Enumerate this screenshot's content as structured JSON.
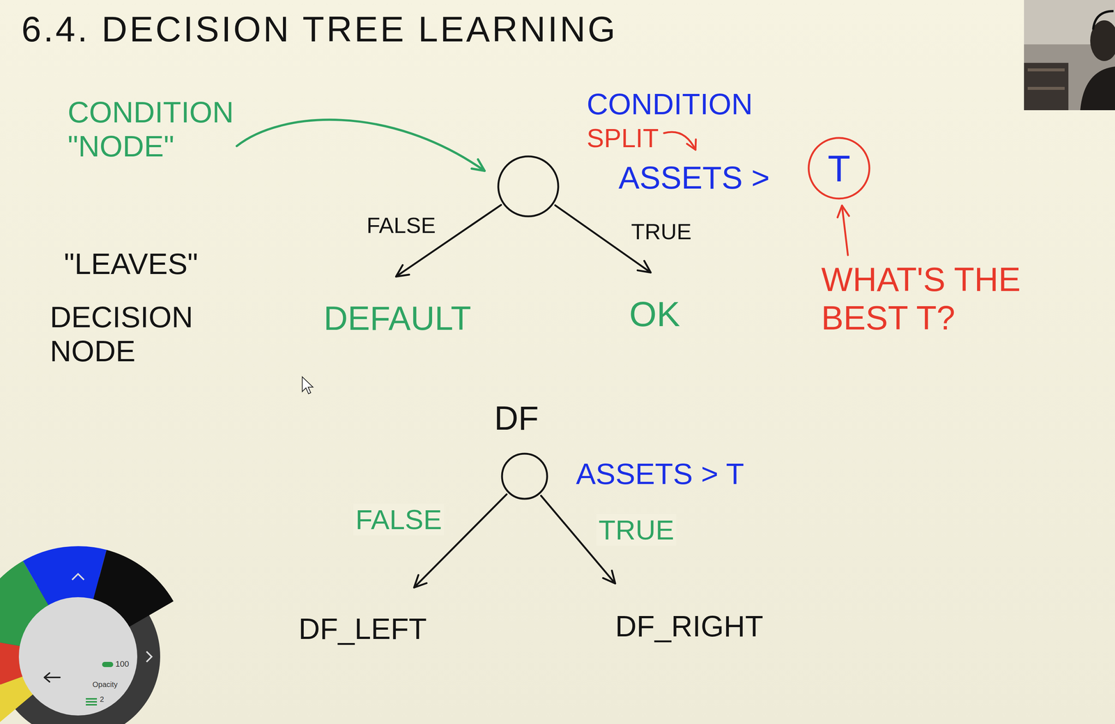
{
  "diagram": {
    "title": "6.4. DECISION TREE LEARNING",
    "nodes": [
      {
        "text": [
          "ASSETS >"
        ]
      },
      {
        "text": [
          "T"
        ]
      },
      {
        "text": [
          "DEFAULT"
        ]
      },
      {
        "text": [
          "OK"
        ]
      },
      {
        "text": [
          "DF",
          "ASSETS > T"
        ]
      },
      {
        "text": [
          "DF_LEFT"
        ]
      },
      {
        "text": [
          "DF_RIGHT"
        ]
      }
    ],
    "edges": [
      {
        "from": 0,
        "to": 2,
        "label": "FALSE",
        "arrow": "to"
      },
      {
        "from": 0,
        "to": 3,
        "label": "TRUE",
        "arrow": "to"
      },
      {
        "from": 4,
        "to": 5,
        "label": "FALSE",
        "arrow": "to"
      },
      {
        "from": 4,
        "to": 6,
        "label": "TRUE",
        "arrow": "to"
      }
    ],
    "labels": [
      "CONDITION \"NODE\"",
      "CONDITION",
      "SPLIT",
      "WHAT'S THE BEST T?",
      "\"LEAVES\"",
      "DECISION NODE",
      "100",
      "Opacity",
      "2"
    ]
  }
}
